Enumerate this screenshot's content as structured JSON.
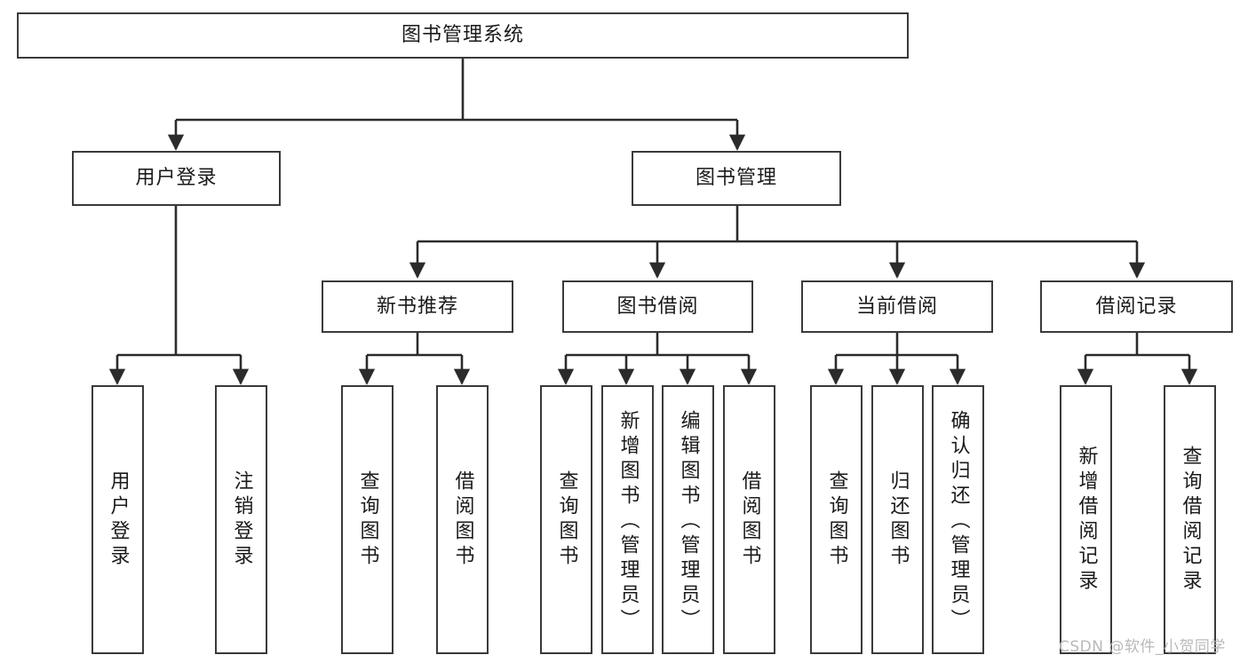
{
  "diagram": {
    "title": "图书管理系统",
    "type": "tree",
    "watermark": "CSDN @软件_小贺同学",
    "colors": {
      "box_border": "#3a3a3a",
      "box_fill": "#ffffff",
      "edge": "#2b2b2b",
      "text": "#1a1a1a",
      "watermark": "#b9b9b9"
    },
    "levels": {
      "root": {
        "label": "图书管理系统"
      },
      "level2": [
        {
          "label": "用户登录"
        },
        {
          "label": "图书管理"
        }
      ],
      "level3": [
        {
          "label": "新书推荐"
        },
        {
          "label": "图书借阅"
        },
        {
          "label": "当前借阅"
        },
        {
          "label": "借阅记录"
        }
      ],
      "leaves": [
        {
          "label": "用户登录",
          "parent": "用户登录"
        },
        {
          "label": "注销登录",
          "parent": "用户登录"
        },
        {
          "label": "查询图书",
          "parent": "新书推荐"
        },
        {
          "label": "借阅图书",
          "parent": "新书推荐"
        },
        {
          "label": "查询图书",
          "parent": "图书借阅"
        },
        {
          "label": "新增图书（管理员）",
          "parent": "图书借阅"
        },
        {
          "label": "编辑图书（管理员）",
          "parent": "图书借阅"
        },
        {
          "label": "借阅图书",
          "parent": "图书借阅"
        },
        {
          "label": "查询图书",
          "parent": "当前借阅"
        },
        {
          "label": "归还图书",
          "parent": "当前借阅"
        },
        {
          "label": "确认归还（管理员）",
          "parent": "当前借阅"
        },
        {
          "label": "新增借阅记录",
          "parent": "借阅记录"
        },
        {
          "label": "查询借阅记录",
          "parent": "借阅记录"
        }
      ]
    }
  }
}
